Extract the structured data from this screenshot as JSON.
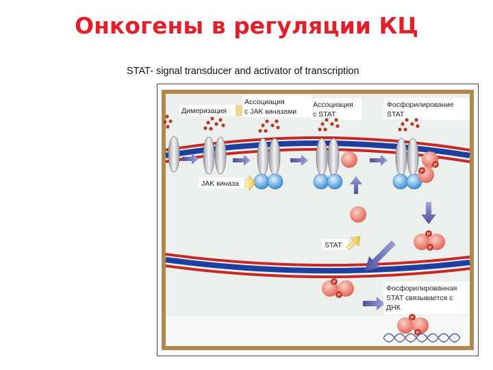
{
  "slide": {
    "title": "Онкогены в регуляции КЦ",
    "subtitle": "STAT- signal transducer and activator of transcription"
  },
  "diagram": {
    "labels": {
      "dimerization": "Димеризация",
      "jak_assoc_1": "Ассоциация",
      "jak_assoc_2": "с JAK киназами",
      "stat_assoc_1": "Ассоциация",
      "stat_assoc_2": "с STAT",
      "phospho_1": "Фосфорилирование",
      "phospho_2": "STAT",
      "jak_kinase": "JAK киназа",
      "stat": "STAT",
      "phospho_stat_1": "Фосфорилированная",
      "phospho_stat_2": "STAT связывается с",
      "phospho_stat_3": "ДНК",
      "p": "P"
    }
  }
}
